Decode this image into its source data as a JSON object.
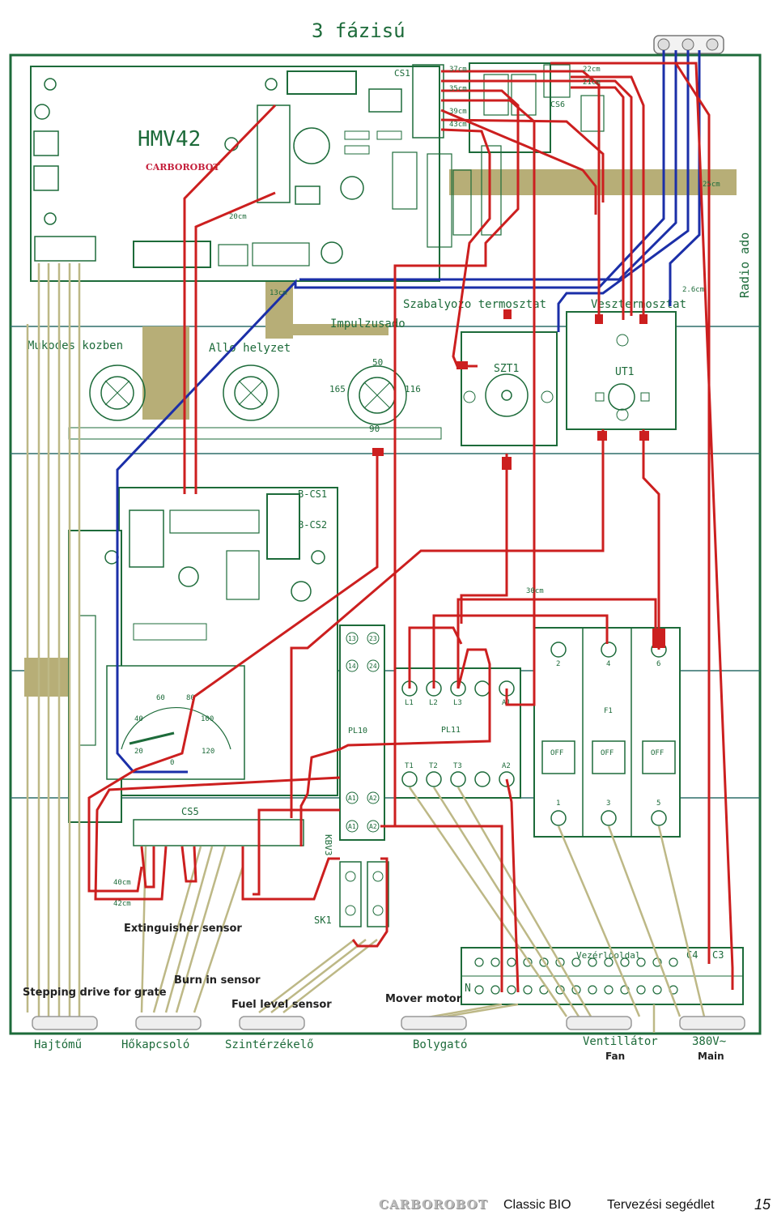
{
  "diagram": {
    "title": "3 fázisú",
    "board_name": "HMV42",
    "board_brand": "CARBOROBOT",
    "radio_label": "Radio ado",
    "status_labels": {
      "running": "Mukodes kozben",
      "standby": "Allo helyzet",
      "impulse": "Impulzusado"
    },
    "thermostats": {
      "regulator": "Szabalyozo termosztat",
      "safety": "Vesztermosztat",
      "szt_id": "SZT1",
      "ut_id": "UT1"
    },
    "dial_values": [
      "165",
      "116",
      "90",
      "50"
    ],
    "gauge_values": [
      "40",
      "60",
      "80",
      "100",
      "120",
      "20",
      "0"
    ],
    "connectors": {
      "cs1": "CS1",
      "cs5": "CS5",
      "cs6": "CS6",
      "bcs1": "B-CS1",
      "bcs2": "B-CS2",
      "kbv3": "KBV3",
      "sk1": "SK1",
      "pl10": "PL10",
      "pl11": "PL11",
      "n": "N",
      "c4": "C4",
      "c3": "C3"
    },
    "contactor_terminals": [
      "L1",
      "L2",
      "L3",
      "A1",
      "T1",
      "T2",
      "T3",
      "A2"
    ],
    "relay_terminals": [
      "13",
      "23",
      "14",
      "24",
      "A1",
      "A2",
      "A1",
      "A2"
    ],
    "breaker": {
      "top": [
        "2",
        "4",
        "6"
      ],
      "bottom": [
        "1",
        "3",
        "5"
      ],
      "off": "OFF",
      "id": "F1"
    },
    "cable_lengths": [
      "22cm",
      "21cm",
      "20cm",
      "25cm",
      "13cm",
      "30cm",
      "40cm",
      "42cm",
      "37cm",
      "43cm",
      "35cm",
      "39cm",
      "2.6cm"
    ],
    "sensors": {
      "extinguisher": "Extinguisher sensor",
      "burn_in": "Burn in sensor",
      "fuel_level": "Fuel level sensor",
      "mover": "Mover motor",
      "stepping": "Stepping drive for grate"
    },
    "bottom_labels": {
      "drive": "Hajtómű",
      "heat_switch": "Hőkapcsoló",
      "level_sensor": "Szintérzékelő",
      "mover": "Bolygató",
      "fan": "Ventillátor",
      "fan_en": "Fan",
      "main": "380V~",
      "main_en": "Main"
    },
    "terminal_strip": "Vezérlőoldal"
  },
  "footer": {
    "brand": "CARBOROBOT",
    "product": "Classic BIO",
    "subtitle": "Tervezési segédlet",
    "page": "15"
  },
  "colors": {
    "wire_red": "#cc1f1f",
    "wire_blue": "#1b2fa8",
    "wire_olive": "#bdb886",
    "pcb_green": "#1d6b3a",
    "strip_tan": "#b7ae77",
    "divider_teal": "#2e6f6a"
  }
}
